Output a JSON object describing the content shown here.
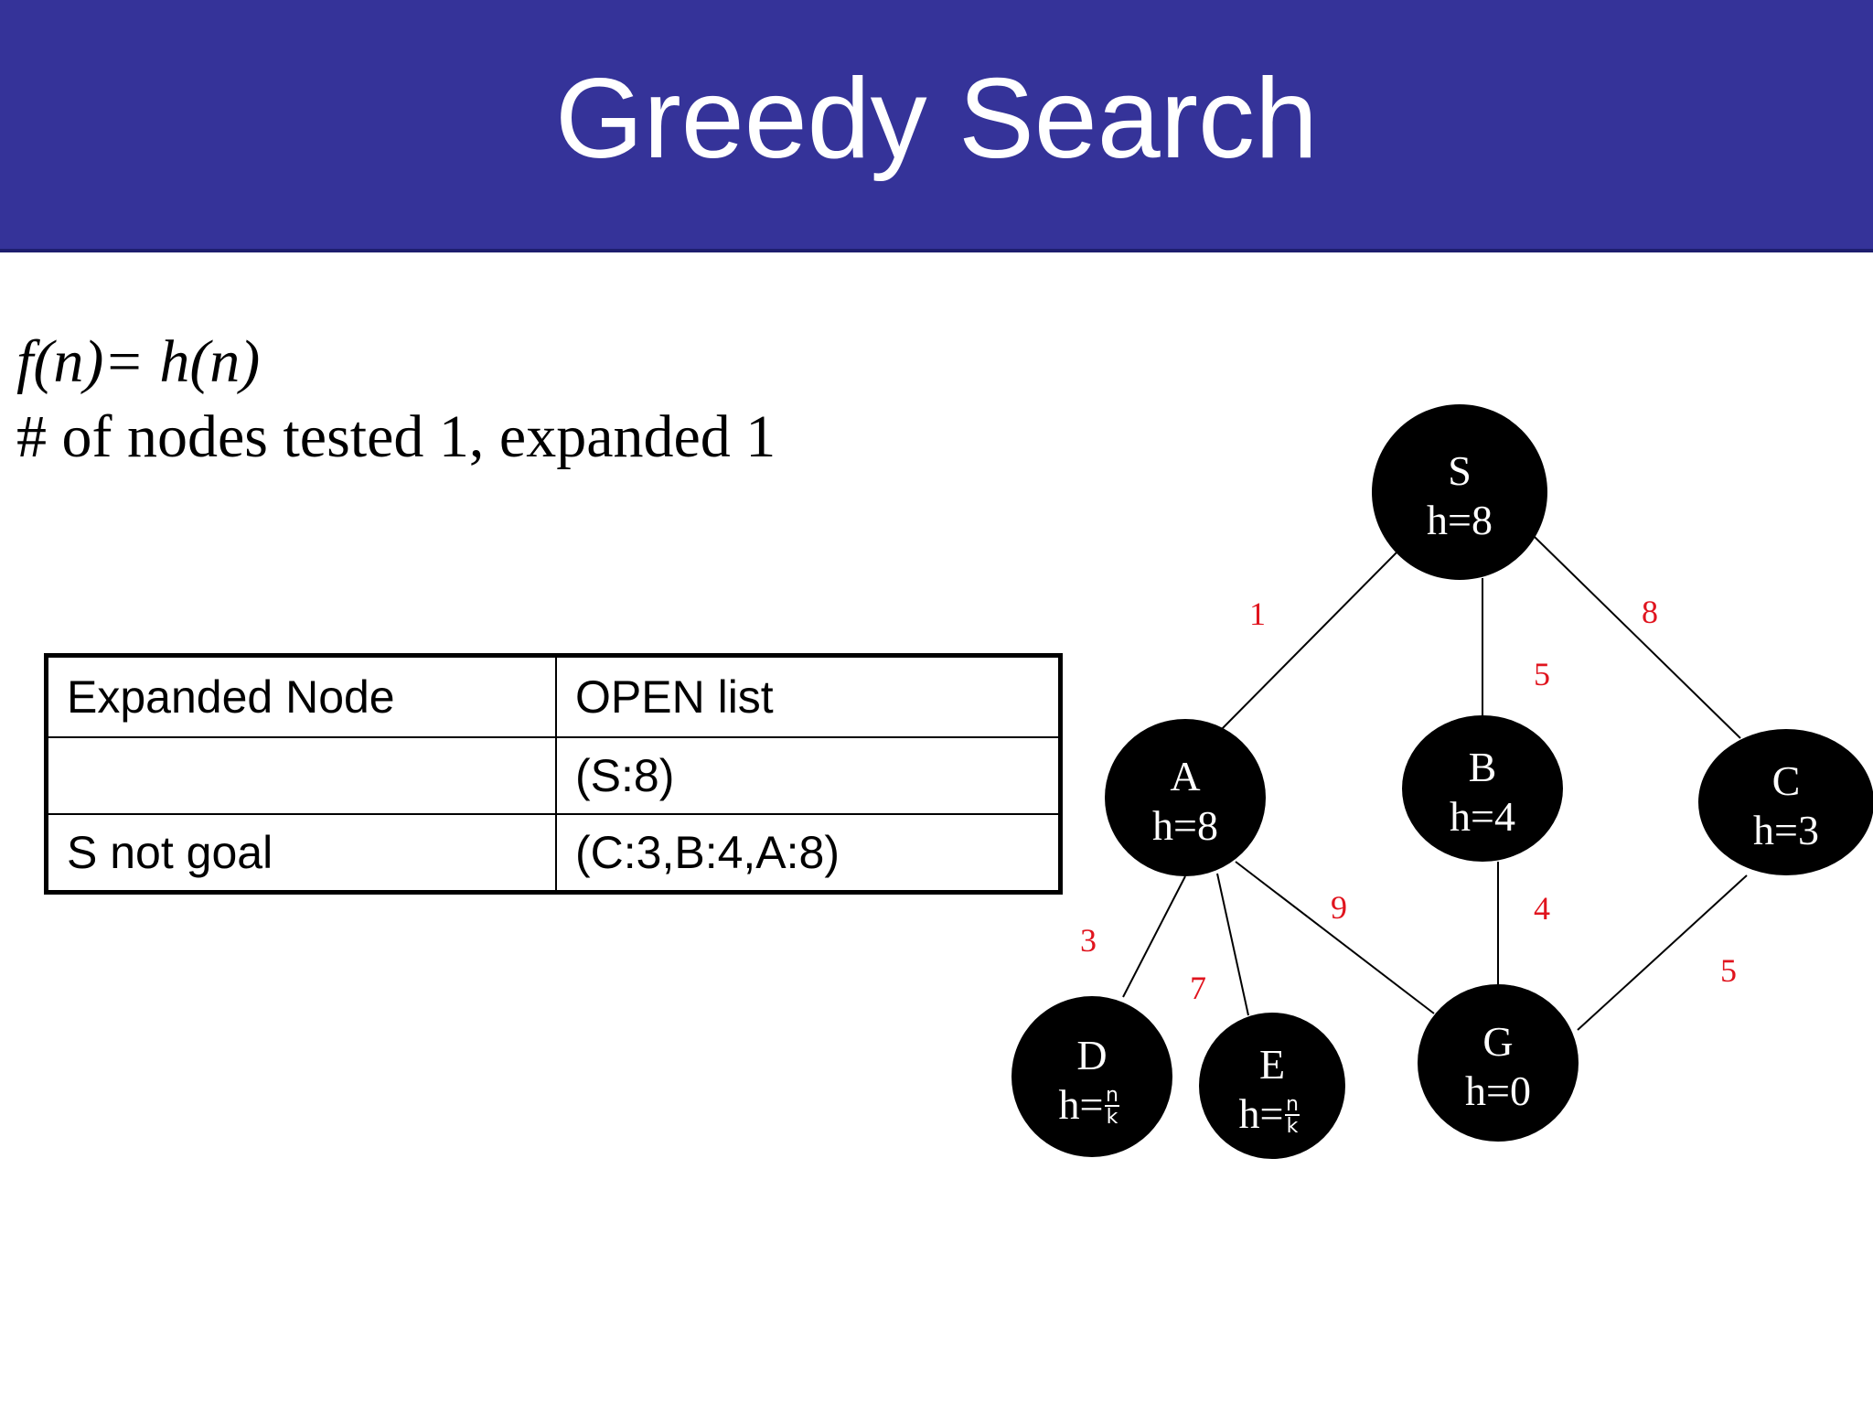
{
  "slide": {
    "title": "Greedy Search",
    "formula": "f(n)= h(n)",
    "counts": "# of nodes tested 1, expanded 1"
  },
  "table": {
    "headers": [
      "Expanded Node",
      "OPEN list"
    ],
    "rows": [
      [
        "",
        "(S:8)"
      ],
      [
        "S not goal",
        "(C:3,B:4,A:8)"
      ]
    ]
  },
  "graph": {
    "nodes": [
      {
        "id": "S",
        "name": "S",
        "h": "h=8"
      },
      {
        "id": "A",
        "name": "A",
        "h": "h=8"
      },
      {
        "id": "B",
        "name": "B",
        "h": "h=4"
      },
      {
        "id": "C",
        "name": "C",
        "h": "h=3"
      },
      {
        "id": "D",
        "name": "D",
        "h": "h=",
        "frac_num": "n",
        "frac_den": "k"
      },
      {
        "id": "E",
        "name": "E",
        "h": "h=",
        "frac_num": "n",
        "frac_den": "k"
      },
      {
        "id": "G",
        "name": "G",
        "h": "h=0"
      }
    ],
    "edges": [
      {
        "from": "S",
        "to": "A",
        "weight": "1"
      },
      {
        "from": "S",
        "to": "B",
        "weight": "5"
      },
      {
        "from": "S",
        "to": "C",
        "weight": "8"
      },
      {
        "from": "A",
        "to": "D",
        "weight": "3"
      },
      {
        "from": "A",
        "to": "E",
        "weight": "7"
      },
      {
        "from": "A",
        "to": "G",
        "weight": "9"
      },
      {
        "from": "B",
        "to": "G",
        "weight": "4"
      },
      {
        "from": "C",
        "to": "G",
        "weight": "5"
      }
    ],
    "colors": {
      "node": "#000000",
      "edge": "#000000",
      "weight": "#e0141e",
      "header": "#353399"
    }
  }
}
